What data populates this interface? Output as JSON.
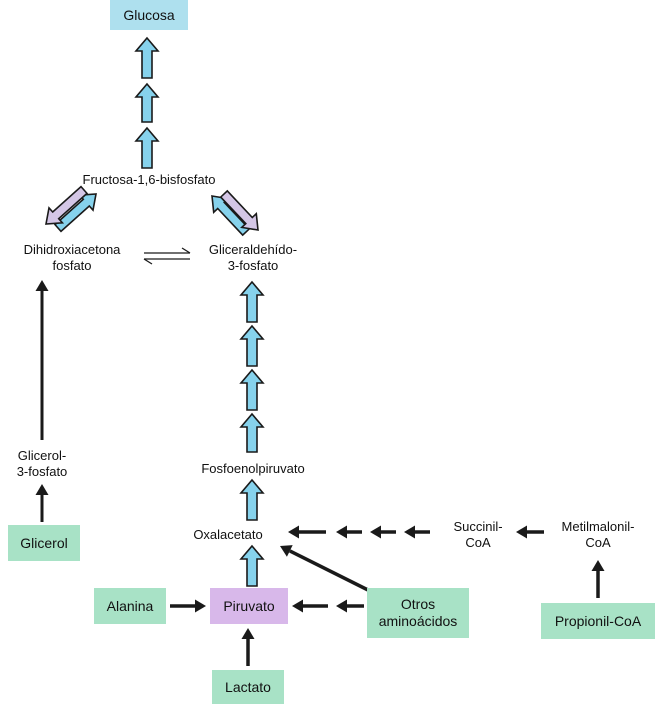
{
  "colors": {
    "arrow_fill": "#86d2ec",
    "arrow_stroke": "#1a1a1a",
    "rev_fill": "#d4c6e6",
    "blue_box": "#aee0ee",
    "green_box": "#a8e2c6",
    "purple_box": "#d8b8ea"
  },
  "nodes": {
    "glucosa": "Glucosa",
    "fructosa": "Fructosa-1,6-bisfosfato",
    "dhap_1": "Dihidroxiacetona",
    "dhap_2": "fosfato",
    "gap_1": "Gliceraldehído-",
    "gap_2": "3-fosfato",
    "g3p_1": "Glicerol-",
    "g3p_2": "3-fosfato",
    "glicerol": "Glicerol",
    "pep": "Fosfoenolpiruvato",
    "oxalacetato": "Oxalacetato",
    "succinil_1": "Succinil-",
    "succinil_2": "CoA",
    "metil_1": "Metilmalonil-",
    "metil_2": "CoA",
    "alanina": "Alanina",
    "piruvato": "Piruvato",
    "otros_1": "Otros",
    "otros_2": "aminoácidos",
    "propionil": "Propionil-CoA",
    "lactato": "Lactato"
  }
}
